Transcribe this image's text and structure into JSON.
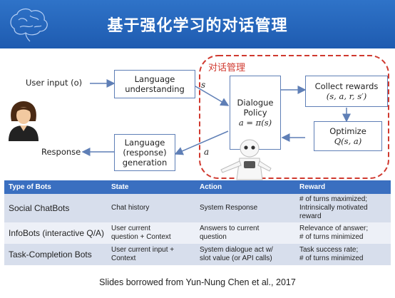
{
  "title": "基于强化学习的对话管理",
  "diagram": {
    "user_input": "User input (o)",
    "response": "Response",
    "lu_line1": "Language",
    "lu_line2": "understanding",
    "lg_line1": "Language",
    "lg_line2": "(response)",
    "lg_line3": "generation",
    "dm_label": "对话管理",
    "policy_line1": "Dialogue",
    "policy_line2": "Policy",
    "policy_line3": "a = π(s)",
    "collect_line1": "Collect rewards",
    "collect_line2": "(s, a, r, s′)",
    "optimize_line1": "Optimize",
    "optimize_line2": "Q(s, a)",
    "s_label": "s",
    "a_label": "a"
  },
  "table": {
    "headers": [
      "Type of Bots",
      "State",
      "Action",
      "Reward"
    ],
    "rows": [
      [
        "Social ChatBots",
        "Chat history",
        "System Response",
        "# of turns maximized;\nIntrinsically motivated reward"
      ],
      [
        "InfoBots (interactive Q/A)",
        "User current\nquestion + Context",
        "Answers to current\nquestion",
        "Relevance of answer;\n# of turns minimized"
      ],
      [
        "Task-Completion Bots",
        "User current input +\nContext",
        "System dialogue act w/\nslot value (or API calls)",
        "Task success rate;\n# of turns minimized"
      ]
    ]
  },
  "footer": "Slides borrowed from Yun-Nung Chen et al., 2017",
  "colors": {
    "header": "#2a6bc0",
    "dashed_border": "#d0392f",
    "box_border": "#5f7fb6",
    "table_header": "#3a6fc0"
  }
}
